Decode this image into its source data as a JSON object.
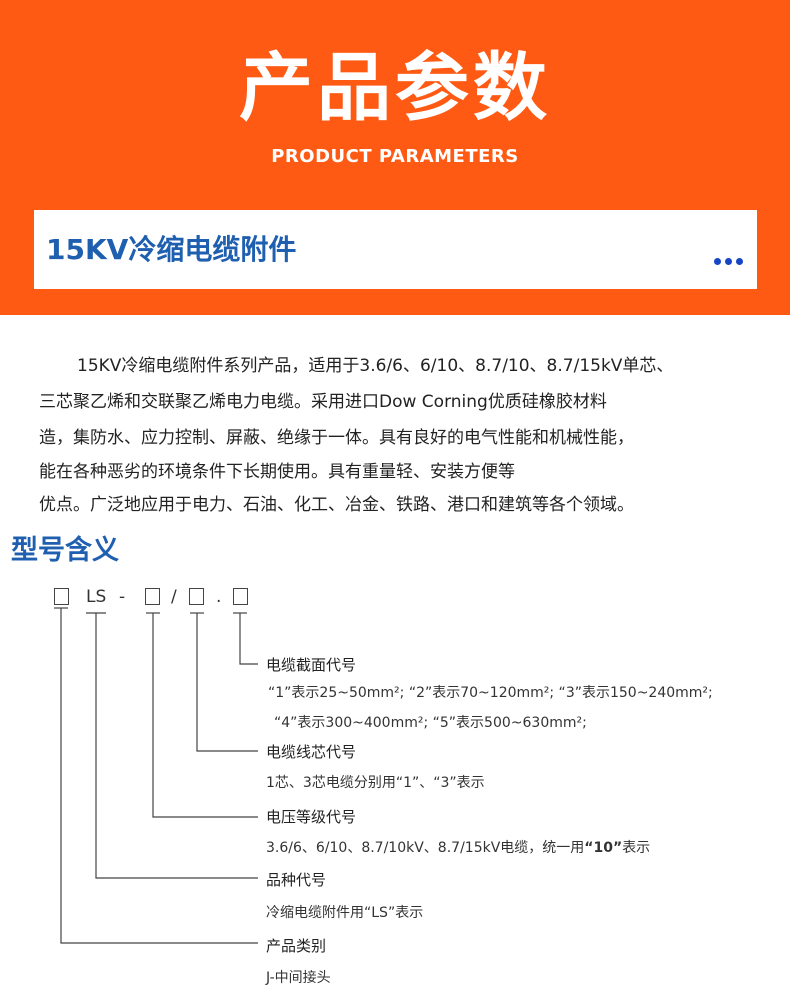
{
  "header": {
    "title": "产品参数",
    "subtitle": "PRODUCT PARAMETERS",
    "accent_color": "#ff5a14"
  },
  "product": {
    "name": "15KV冷缩电缆附件",
    "more_icon": "more-dots-icon",
    "title_color": "#1f5fb0"
  },
  "description": {
    "lines": [
      "15KV冷缩电缆附件系列产品，适用于3.6/6、6/10、8.7/10、8.7/15kV单芯、",
      "三芯聚乙烯和交联聚乙烯电力电缆。采用进口Dow Corning优质硅橡胶材料",
      "造，集防水、应力控制、屏蔽、绝缘于一体。具有良好的电气性能和机械性能，",
      "能在各种恶劣的环境条件下长期使用。具有重量轻、安装方便等",
      "优点。广泛地应用于电力、石油、化工、冶金、铁路、港口和建筑等各个领域。"
    ]
  },
  "model": {
    "section_title": "型号含义",
    "code": {
      "ls": "LS",
      "dash": "-",
      "slash": "/",
      "dot": "."
    },
    "fields": [
      {
        "label": "电缆截面代号",
        "details": [
          "“1”表示25~50mm²;   “2”表示70~120mm²;   “3”表示150~240mm²;",
          "“4”表示300~400mm²;   “5”表示500~630mm²;"
        ]
      },
      {
        "label": "电缆线芯代号",
        "details": [
          "1芯、3芯电缆分别用“1”、“3”表示"
        ]
      },
      {
        "label": "电压等级代号",
        "details_prefix": "3.6/6、6/10、8.7/10kV、8.7/15kV电缆，统一用",
        "details_bold": "“10”",
        "details_suffix": "表示"
      },
      {
        "label": "品种代号",
        "details": [
          "冷缩电缆附件用“LS”表示"
        ]
      },
      {
        "label": "产品类别",
        "details": [
          "J-中间接头"
        ]
      }
    ]
  }
}
